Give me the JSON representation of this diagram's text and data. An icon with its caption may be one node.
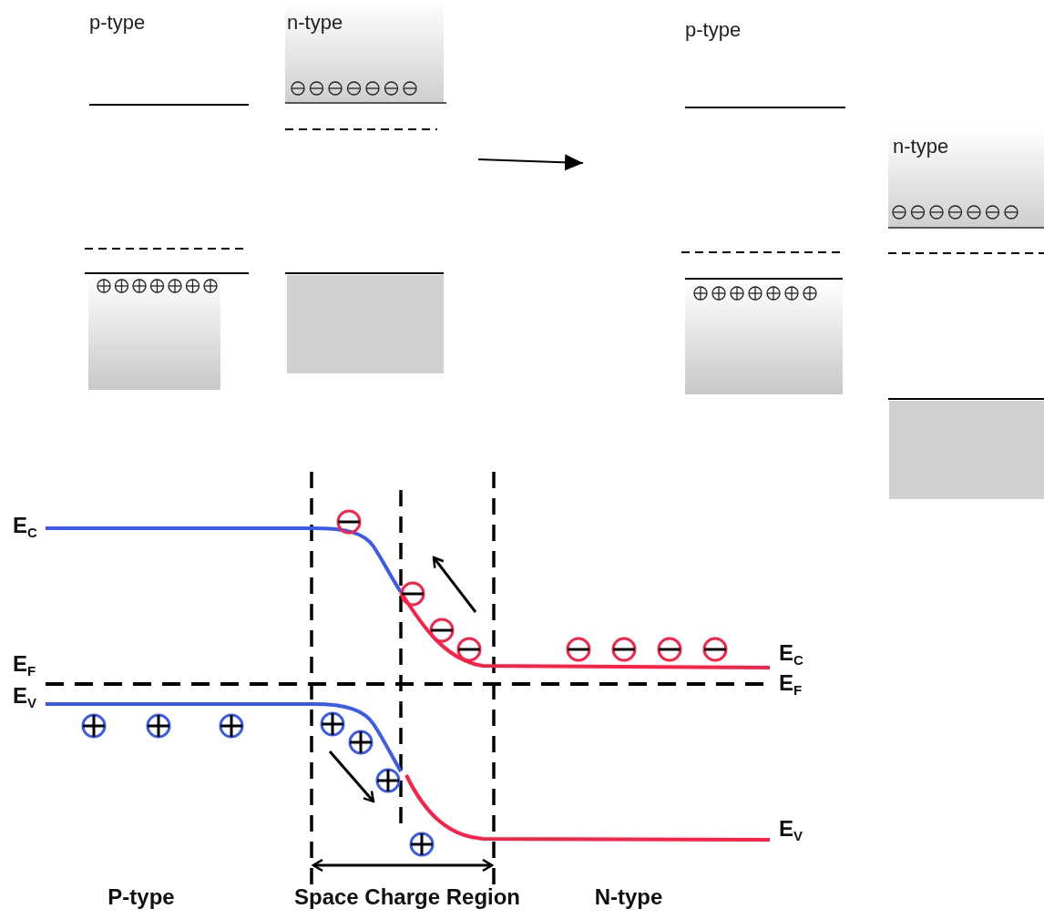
{
  "diagram": {
    "labels": [
      "p-type",
      "n-type",
      "p-type",
      "n-type",
      "E$_{C}$",
      "E$_{F}$",
      "E$_{V}$",
      "E$_{C}$",
      "E$_{F}$",
      "E$_{V}$",
      "P-type",
      "Space Charge Region",
      "N-type"
    ]
  }
}
